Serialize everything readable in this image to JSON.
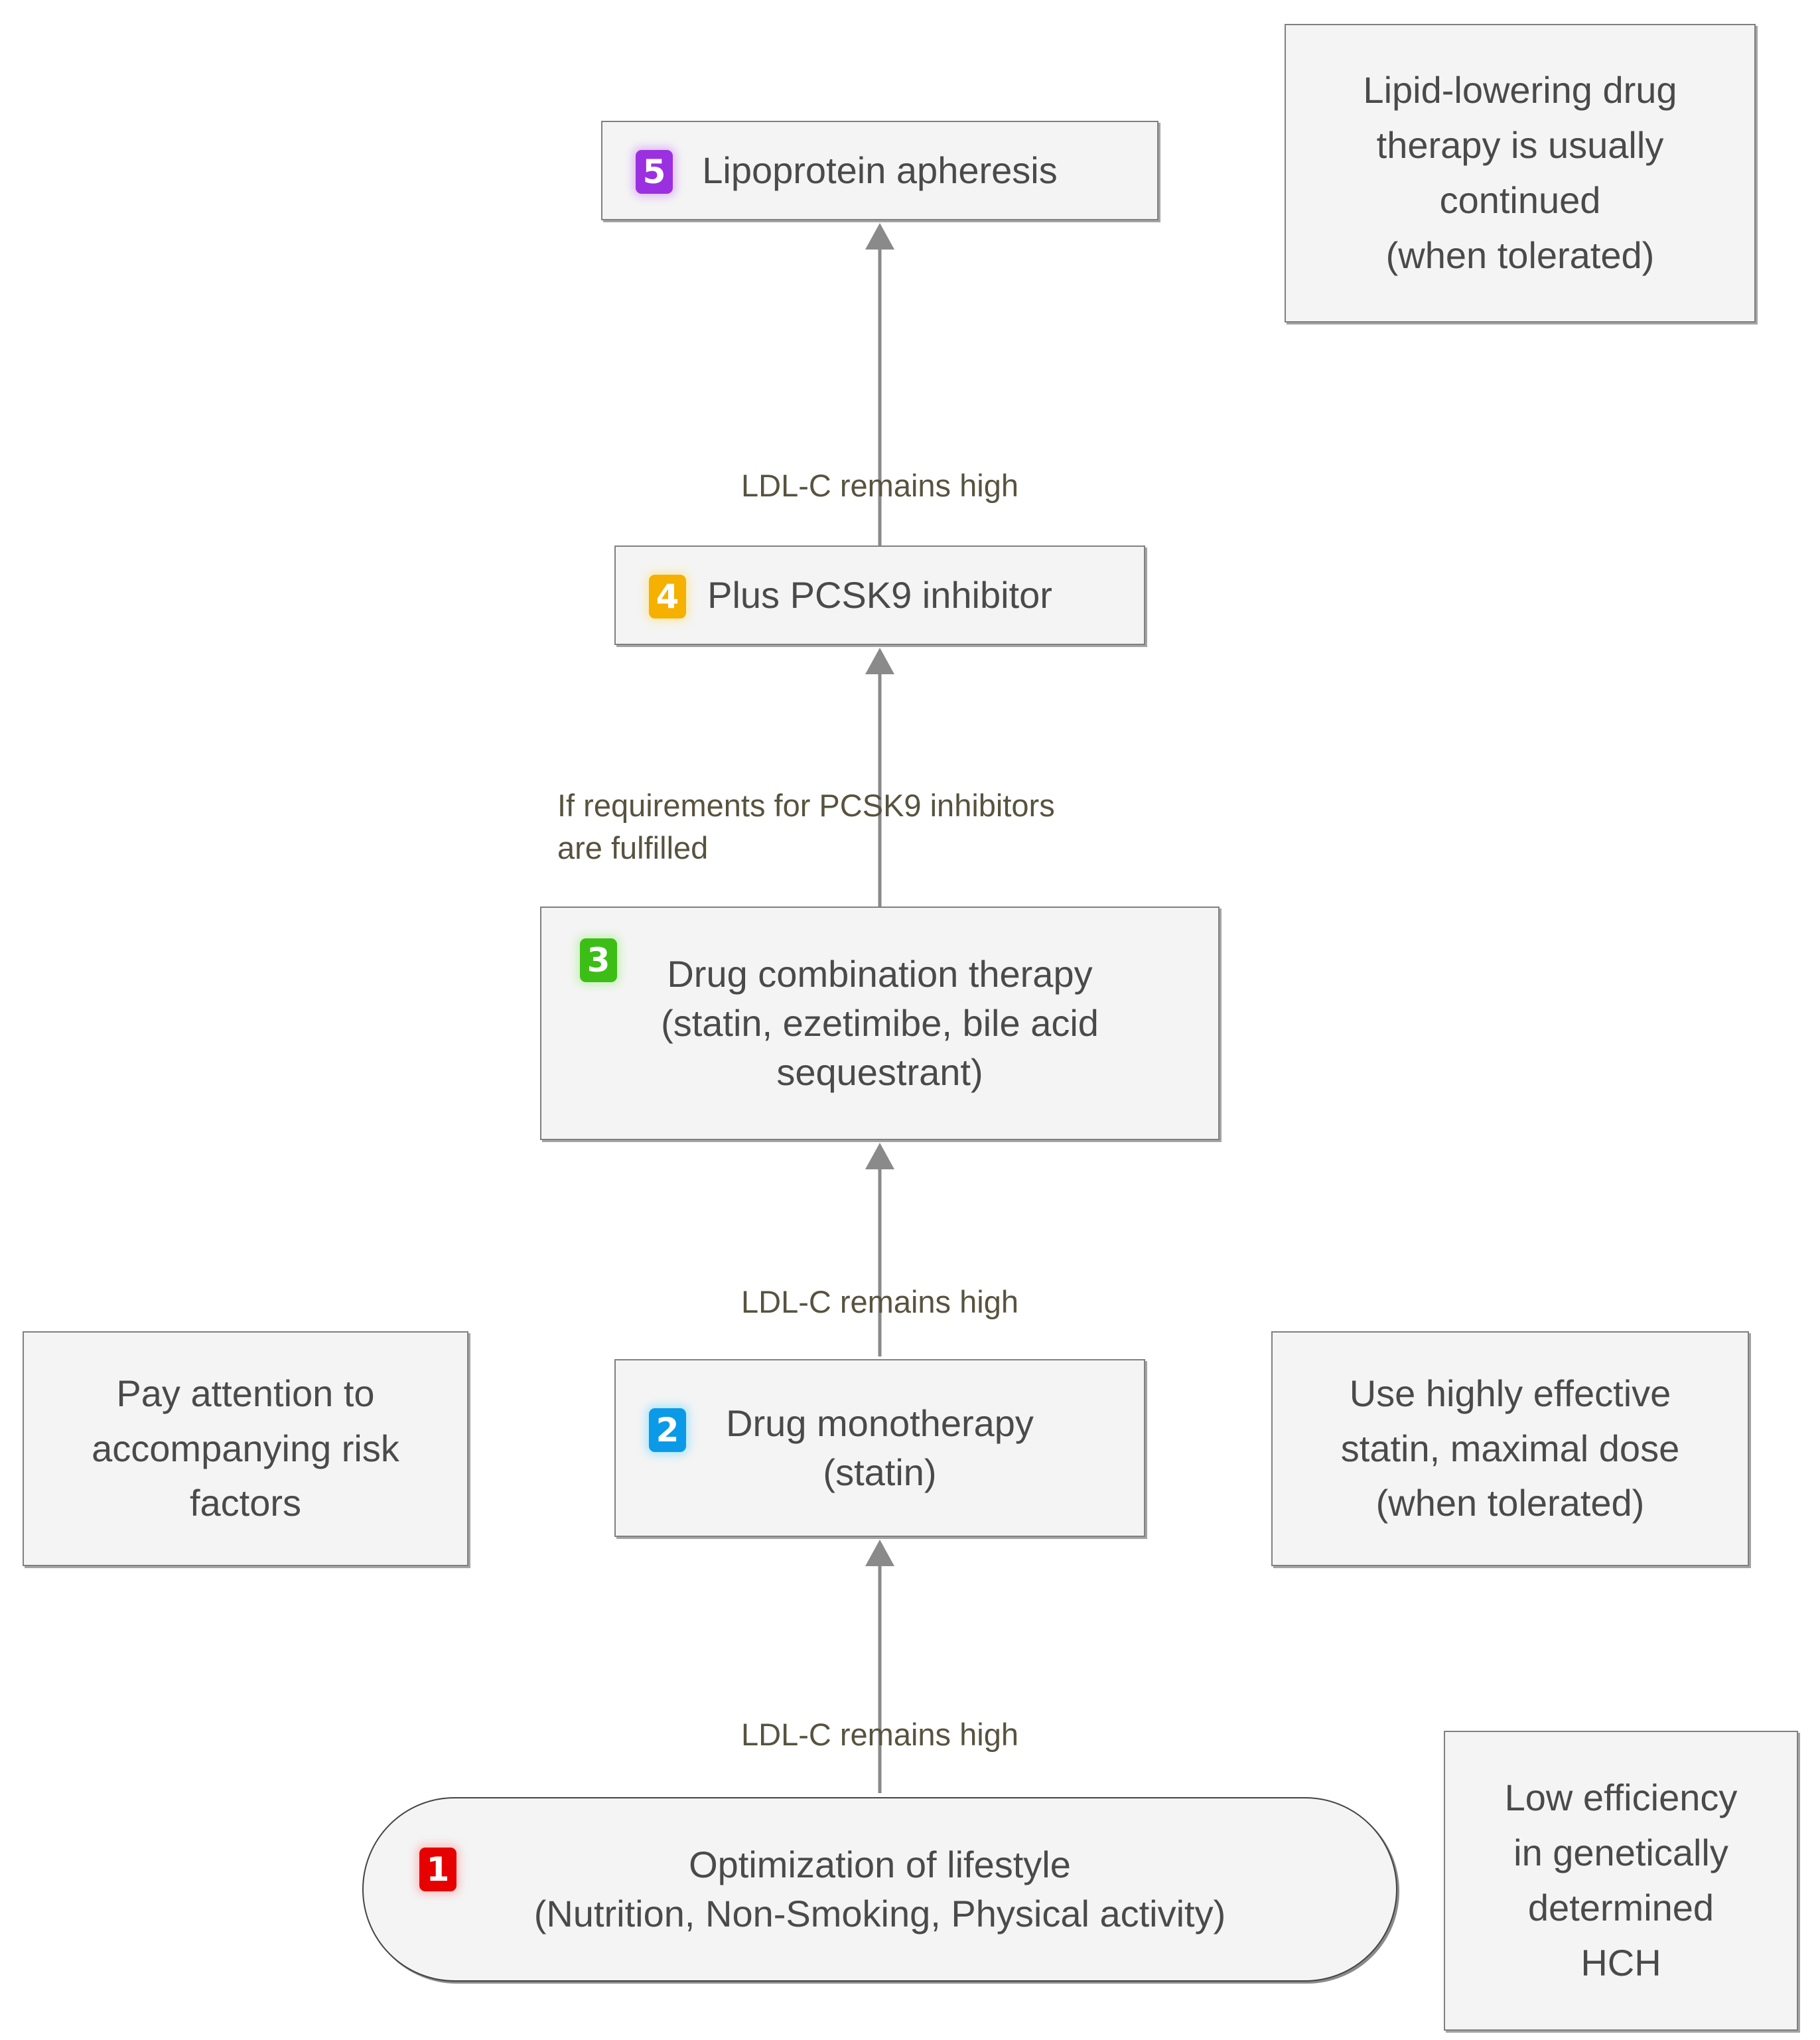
{
  "diagram": {
    "title": "Stepwise lipid-lowering therapy escalation",
    "accent_colors": {
      "step1": "#e60000",
      "step2": "#0b9ae8",
      "step3": "#3cbe17",
      "step4": "#f5b000",
      "step5": "#9b30e0",
      "box_fill": "#f4f4f4",
      "box_border": "#808080",
      "arrow": "#8a8a8a",
      "edge_label_text": "#57533f",
      "node_text": "#4a4a4a"
    }
  },
  "steps": [
    {
      "number": "1",
      "shape": "stadium",
      "lines": [
        "Optimization of lifestyle",
        "(Nutrition, Non-Smoking, Physical activity)"
      ]
    },
    {
      "number": "2",
      "shape": "rect",
      "lines": [
        "Drug monotherapy",
        "(statin)"
      ]
    },
    {
      "number": "3",
      "shape": "rect",
      "lines": [
        "Drug combination therapy",
        "(statin, ezetimibe, bile acid",
        "sequestrant)"
      ]
    },
    {
      "number": "4",
      "shape": "rect",
      "lines": [
        "Plus PCSK9 inhibitor"
      ]
    },
    {
      "number": "5",
      "shape": "rect",
      "lines": [
        "Lipoprotein apheresis"
      ]
    }
  ],
  "edges": [
    {
      "id": "edge-1-2",
      "from": "1",
      "to": "2",
      "lines": [
        "LDL-C remains high"
      ],
      "align": "center"
    },
    {
      "id": "edge-2-3",
      "from": "2",
      "to": "3",
      "lines": [
        "LDL-C remains high"
      ],
      "align": "center"
    },
    {
      "id": "edge-3-4",
      "from": "3",
      "to": "4",
      "lines": [
        "If requirements for PCSK9 inhibitors",
        "are fulfilled"
      ],
      "align": "left"
    },
    {
      "id": "edge-4-5",
      "from": "4",
      "to": "5",
      "lines": [
        "LDL-C remains high"
      ],
      "align": "center"
    }
  ],
  "notes": [
    {
      "id": "note-apheresis",
      "position": "top-right",
      "lines": [
        "Lipid-lowering drug",
        "therapy is usually",
        "continued",
        "(when tolerated)"
      ]
    },
    {
      "id": "note-risk-factors",
      "position": "left-of-step-2",
      "lines": [
        "Pay attention to",
        "accompanying risk",
        "factors"
      ]
    },
    {
      "id": "note-statin-dose",
      "position": "right-of-step-2",
      "lines": [
        "Use highly effective",
        "statin, maximal dose",
        "(when tolerated)"
      ]
    },
    {
      "id": "note-hch",
      "position": "right-of-step-1",
      "lines": [
        "Low efficiency",
        "in genetically",
        "determined",
        "HCH"
      ]
    }
  ]
}
